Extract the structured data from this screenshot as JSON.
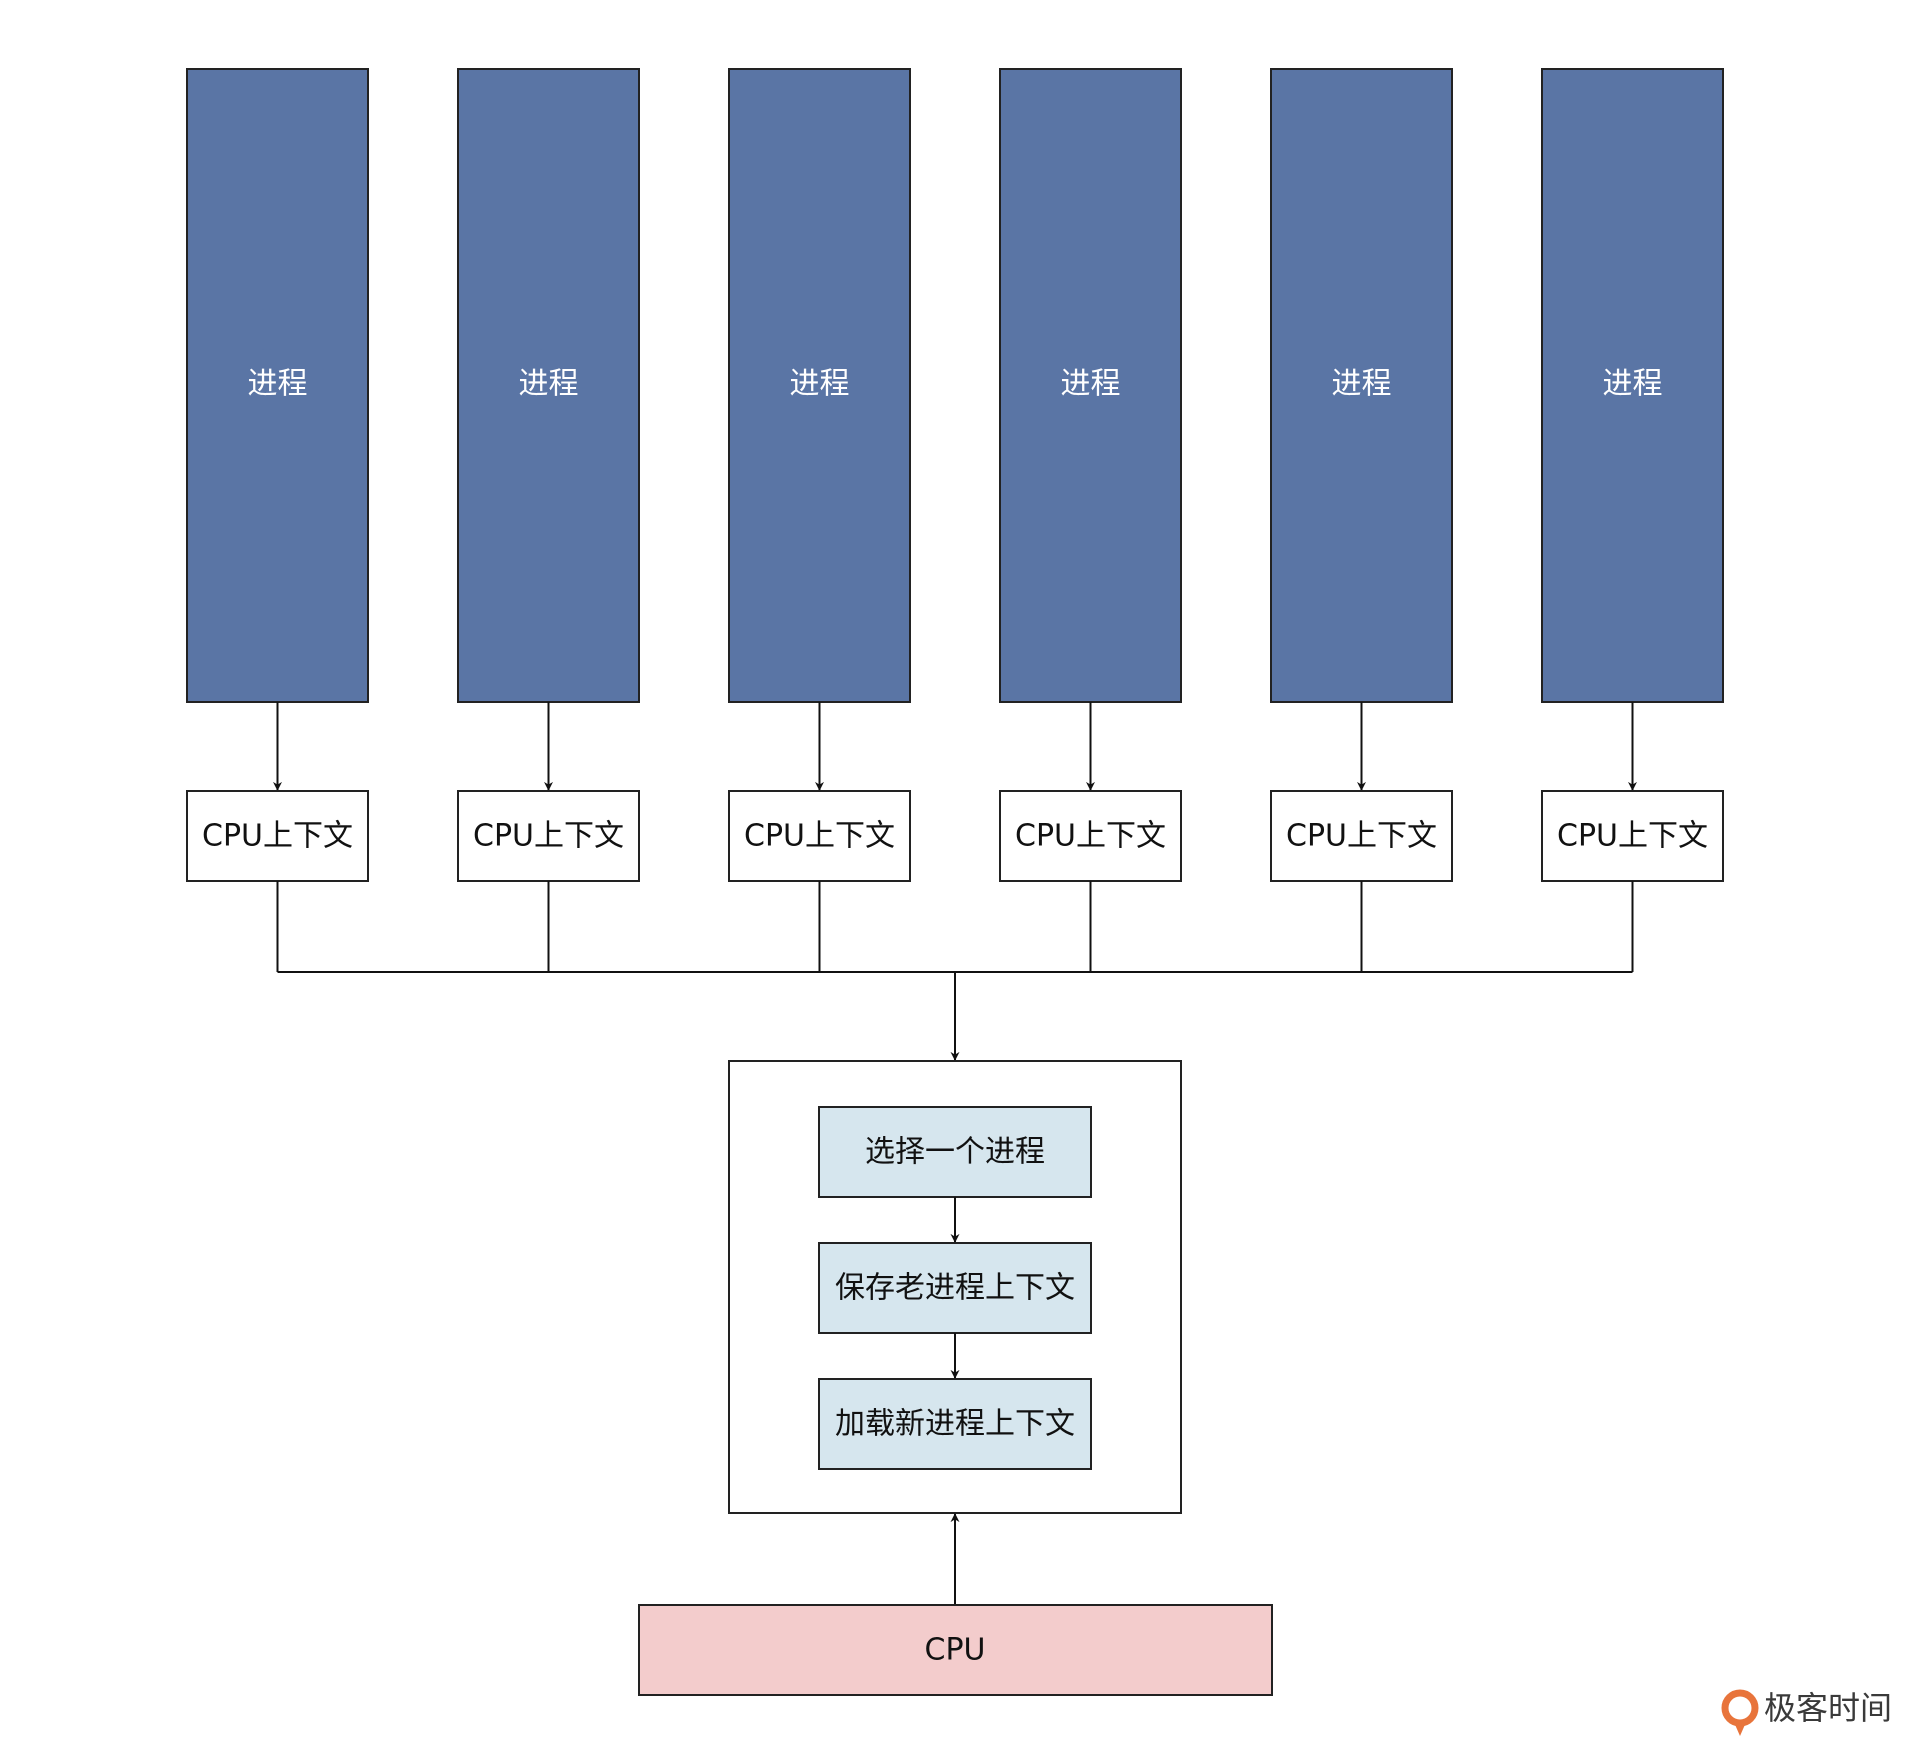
{
  "processes": [
    {
      "label": "进程",
      "context_label": "CPU上下文"
    },
    {
      "label": "进程",
      "context_label": "CPU上下文"
    },
    {
      "label": "进程",
      "context_label": "CPU上下文"
    },
    {
      "label": "进程",
      "context_label": "CPU上下文"
    },
    {
      "label": "进程",
      "context_label": "CPU上下文"
    },
    {
      "label": "进程",
      "context_label": "CPU上下文"
    }
  ],
  "scheduler": {
    "steps": [
      "选择一个进程",
      "保存老进程上下文",
      "加载新进程上下文"
    ]
  },
  "cpu": {
    "label": "CPU"
  },
  "watermark": {
    "text": "极客时间"
  },
  "colors": {
    "process_fill": "#5a75a5",
    "step_fill": "#d6e6ee",
    "cpu_fill": "#f3cccc",
    "stroke": "#222222",
    "logo_orange": "#e8743b"
  }
}
